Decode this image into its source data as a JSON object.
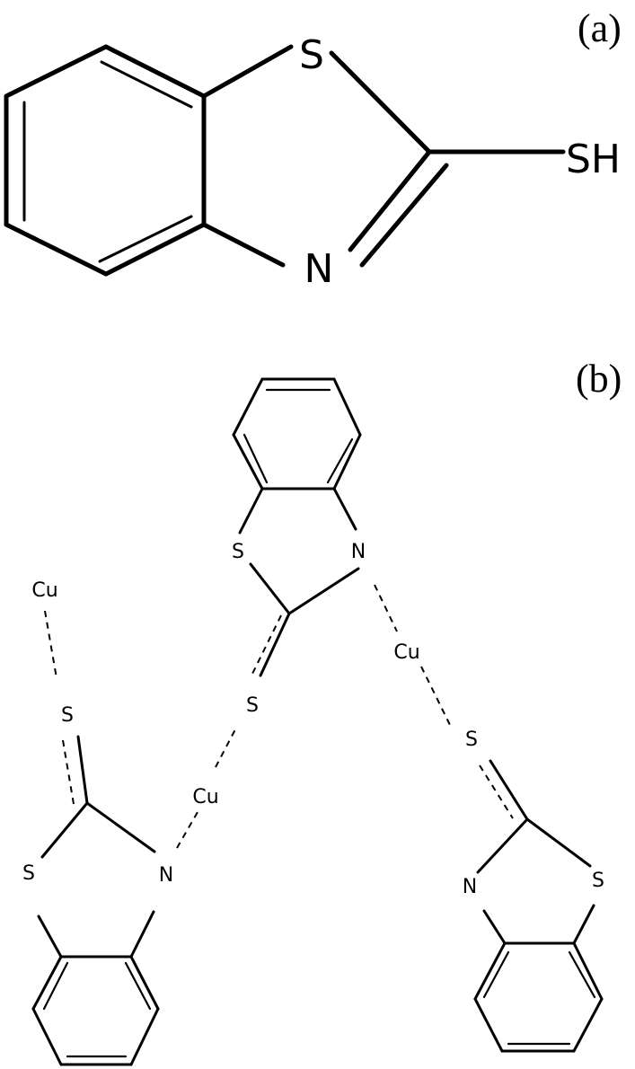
{
  "panels": {
    "a": {
      "label": "(a)",
      "atoms": {
        "ring_s": "S",
        "ring_n": "N",
        "thiol": "SH"
      }
    },
    "b": {
      "label": "(b)",
      "atoms": {
        "top_s": "S",
        "top_n": "N",
        "top_exo_s": "S",
        "cu_left": "Cu",
        "cu_middle": "Cu",
        "cu_right": "Cu",
        "left_exo_s": "S",
        "left_ring_s": "S",
        "left_ring_n": "N",
        "right_exo_s": "S",
        "right_ring_n": "N",
        "right_ring_s": "S"
      }
    }
  },
  "colors": {
    "ink": "#000000",
    "background": "#ffffff"
  }
}
